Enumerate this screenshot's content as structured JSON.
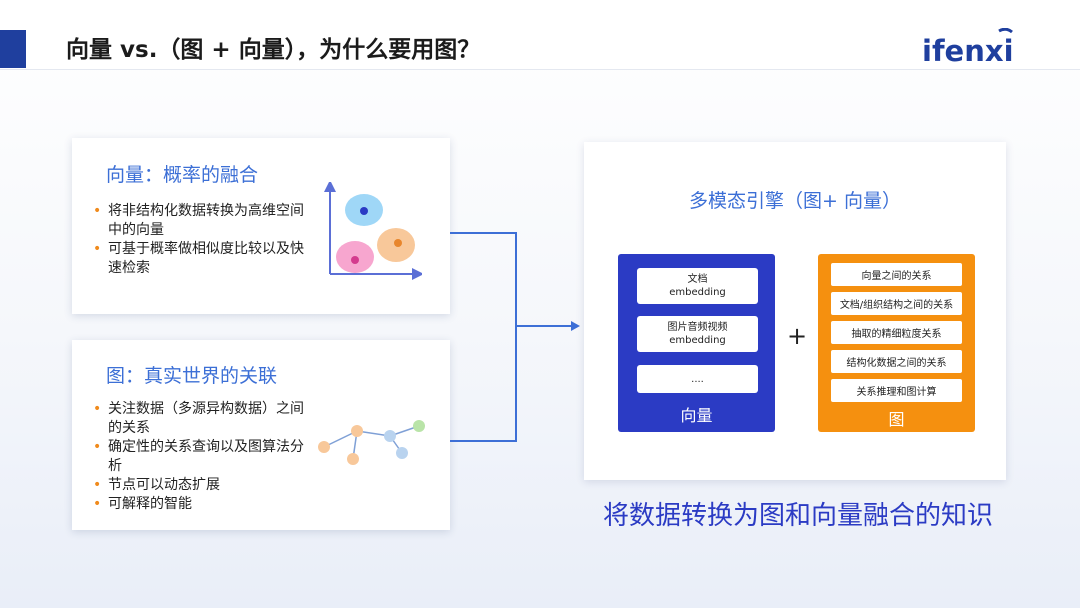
{
  "header": {
    "title": "向量 vs.（图 + 向量），为什么要用图？",
    "logo_text": "ifenxi",
    "accent_color": "#1f3f9e"
  },
  "vector_card": {
    "title": "向量：概率的融合",
    "bullets": [
      "将非结构化数据转换为高维空间中的向量",
      "可基于概率做相似度比较以及快速检索"
    ],
    "figure_icon": "scatter-plot-icon"
  },
  "graph_card": {
    "title": "图：真实世界的关联",
    "bullets": [
      "关注数据（多源异构数据）之间的关系",
      "确定性的关系查询以及图算法分析",
      "节点可以动态扩展",
      "可解释的智能"
    ],
    "figure_icon": "network-graph-icon"
  },
  "engine": {
    "title": "多模态引擎（图+ 向量）",
    "vector_box": {
      "label": "向量",
      "color": "#2b3bc4",
      "items": [
        "文档\nembedding",
        "图片音频视频\nembedding",
        "...."
      ]
    },
    "plus": "+",
    "graph_box": {
      "label": "图",
      "color": "#f5900f",
      "items": [
        "向量之间的关系",
        "文档/组织结构之间的关系",
        "抽取的精细粒度关系",
        "结构化数据之间的关系",
        "关系推理和图计算"
      ]
    }
  },
  "caption": "将数据转换为图和向量融合的知识",
  "colors": {
    "title_blue": "#3c6fd6",
    "bullet_orange": "#f08a1c",
    "connector_blue": "#3d6fd6"
  }
}
